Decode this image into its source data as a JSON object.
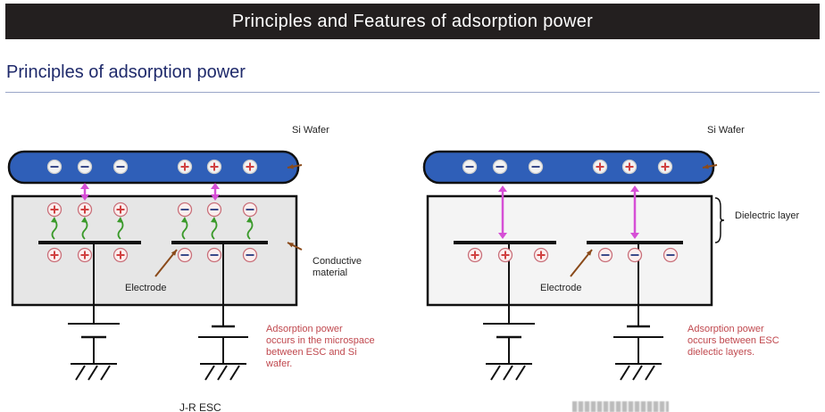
{
  "header": {
    "title": "Principles and Features of adsorption power"
  },
  "section": {
    "title": "Principles of adsorption power"
  },
  "diagrams": [
    {
      "type": "J-R",
      "wafer_label": "Si Wafer",
      "wafer_charges": [
        "-",
        "-",
        "-",
        "+",
        "+",
        "+"
      ],
      "surface_charges": [
        "+",
        "+",
        "+",
        "-",
        "-",
        "-"
      ],
      "electrode_charges": [
        "+",
        "+",
        "+",
        "-",
        "-",
        "-"
      ],
      "electrode_label": "Electrode",
      "material_label": [
        "Conductive",
        "material"
      ],
      "note": [
        "Adsorption power",
        "occurs in the microspace",
        "between ESC  and Si",
        "wafer."
      ],
      "caption": "J-R ESC",
      "colors": {
        "wafer": "#2f5fb8",
        "body": "#e6e6e6",
        "arrow": "#d64fd6",
        "note": "#c0484e",
        "wave": "#3a9a2a"
      }
    },
    {
      "type": "Coulomb",
      "wafer_label": "Si Wafer",
      "wafer_charges": [
        "-",
        "-",
        "-",
        "+",
        "+",
        "+"
      ],
      "electrode_charges": [
        "+",
        "+",
        "+",
        "-",
        "-",
        "-"
      ],
      "electrode_label": "Electrode",
      "layer_label": "Dielectric layer",
      "note": [
        "Adsorption power",
        "occurs between ESC",
        "dielectic layers."
      ],
      "colors": {
        "wafer": "#2f5fb8",
        "body": "#f4f4f4",
        "arrow": "#d64fd6",
        "note": "#c0484e"
      }
    }
  ]
}
